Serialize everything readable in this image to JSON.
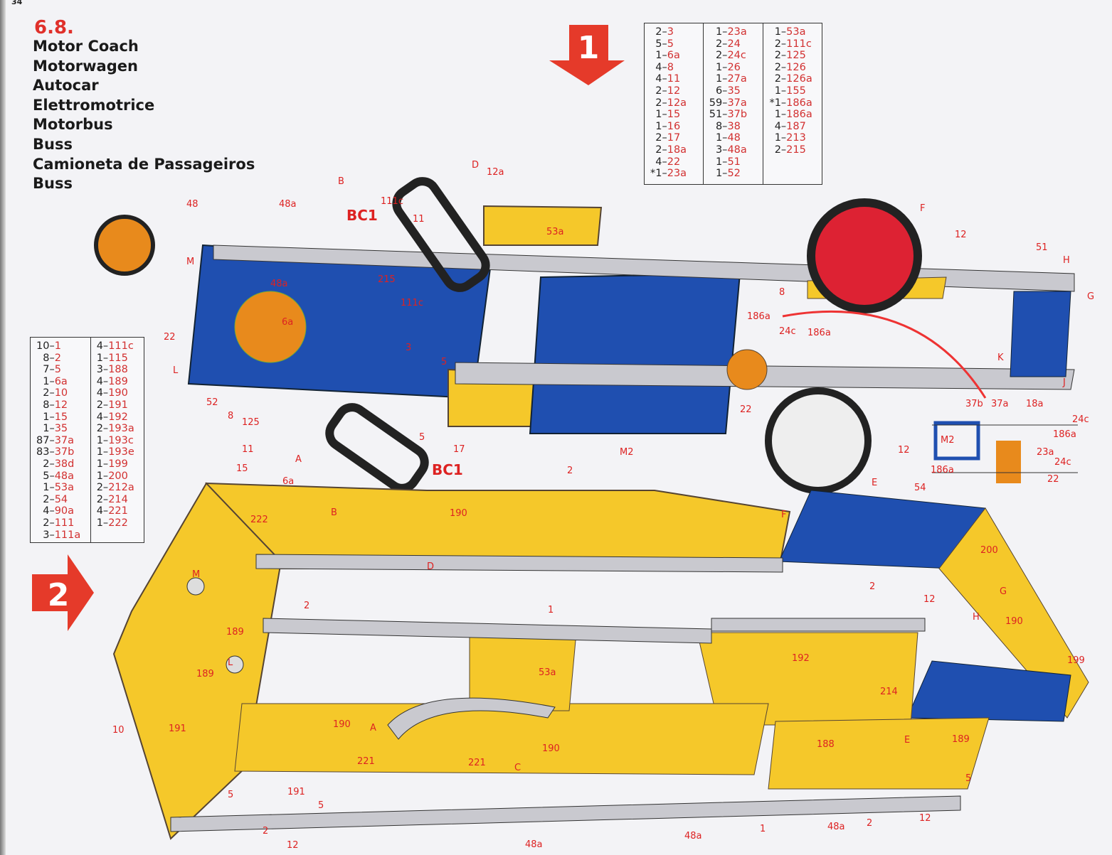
{
  "page_number": "34",
  "model_number": "6.8.",
  "titles": [
    "Motor Coach",
    "Motorwagen",
    "Autocar",
    "Elettromotrice",
    "Motorbus",
    "Buss",
    "Camioneta de Passageiros",
    "Buss"
  ],
  "step1_marker": "1",
  "step2_marker": "2",
  "parts_table_1": [
    [
      [
        "2–",
        "3"
      ],
      [
        "5–",
        "5"
      ],
      [
        "1–",
        "6a"
      ],
      [
        "4–",
        "8"
      ],
      [
        "4–",
        "11"
      ],
      [
        "2–",
        "12"
      ],
      [
        "2–",
        "12a"
      ],
      [
        "1–",
        "15"
      ],
      [
        "1–",
        "16"
      ],
      [
        "2–",
        "17"
      ],
      [
        "2–",
        "18a"
      ],
      [
        "4–",
        "22"
      ],
      [
        "*1–",
        "23a"
      ]
    ],
    [
      [
        "1–",
        "23a"
      ],
      [
        "2–",
        "24"
      ],
      [
        "2–",
        "24c"
      ],
      [
        "1–",
        "26"
      ],
      [
        "1–",
        "27a"
      ],
      [
        "6–",
        "35"
      ],
      [
        "59–",
        "37a"
      ],
      [
        "51–",
        "37b"
      ],
      [
        "8–",
        "38"
      ],
      [
        "1–",
        "48"
      ],
      [
        "3–",
        "48a"
      ],
      [
        "1–",
        "51"
      ],
      [
        "1–",
        "52"
      ]
    ],
    [
      [
        "1–",
        "53a"
      ],
      [
        "2–",
        "111c"
      ],
      [
        "2–",
        "125"
      ],
      [
        "2–",
        "126"
      ],
      [
        "2–",
        "126a"
      ],
      [
        "1–",
        "155"
      ],
      [
        "*1–",
        "186a"
      ],
      [
        "1–",
        "186a"
      ],
      [
        "4–",
        "187"
      ],
      [
        "1–",
        "213"
      ],
      [
        "2–",
        "215"
      ]
    ]
  ],
  "parts_table_2": [
    [
      [
        "10–",
        "1"
      ],
      [
        "8–",
        "2"
      ],
      [
        "7–",
        "5"
      ],
      [
        "1–",
        "6a"
      ],
      [
        "2–",
        "10"
      ],
      [
        "8–",
        "12"
      ],
      [
        "1–",
        "15"
      ],
      [
        "1–",
        "35"
      ],
      [
        "87–",
        "37a"
      ],
      [
        "83–",
        "37b"
      ],
      [
        "2–",
        "38d"
      ],
      [
        "5–",
        "48a"
      ],
      [
        "1–",
        "53a"
      ],
      [
        "2–",
        "54"
      ],
      [
        "4–",
        "90a"
      ],
      [
        "2–",
        "111"
      ],
      [
        "3–",
        "111a"
      ]
    ],
    [
      [
        "4–",
        "111c"
      ],
      [
        "1–",
        "115"
      ],
      [
        "3–",
        "188"
      ],
      [
        "4–",
        "189"
      ],
      [
        "4–",
        "190"
      ],
      [
        "2–",
        "191"
      ],
      [
        "4–",
        "192"
      ],
      [
        "2–",
        "193a"
      ],
      [
        "1–",
        "193c"
      ],
      [
        "1–",
        "193e"
      ],
      [
        "1–",
        "199"
      ],
      [
        "1–",
        "200"
      ],
      [
        "2–",
        "212a"
      ],
      [
        "2–",
        "214"
      ],
      [
        "4–",
        "221"
      ],
      [
        "1–",
        "222"
      ]
    ]
  ],
  "labels": [
    "48",
    "48a",
    "B",
    "BC1",
    "111c",
    "11",
    "D",
    "12a",
    "53a",
    "F",
    "12",
    "51",
    "H",
    "G",
    "M",
    "215",
    "48a",
    "6a",
    "22",
    "111c",
    "3",
    "5",
    "8",
    "186a",
    "24c",
    "186a",
    "K",
    "J",
    "L",
    "52",
    "8",
    "125",
    "11",
    "A",
    "17",
    "BC1",
    "5",
    "22",
    "M2",
    "12",
    "E",
    "37b",
    "37a",
    "18a",
    "24c",
    "186a",
    "M2",
    "23a",
    "24c",
    "186a",
    "22",
    "15",
    "6a",
    "B",
    "2",
    "190",
    "222",
    "F",
    "54",
    "D",
    "1",
    "200",
    "2",
    "12",
    "G",
    "H",
    "190",
    "M",
    "189",
    "2",
    "189",
    "L",
    "192",
    "199",
    "53a",
    "214",
    "10",
    "191",
    "190",
    "A",
    "190",
    "188",
    "E",
    "189",
    "221",
    "221",
    "C",
    "191",
    "5",
    "5",
    "2",
    "12",
    "48a",
    "48a",
    "1",
    "48a",
    "2",
    "12",
    "5"
  ],
  "colors": {
    "red": "#e0302a",
    "blue": "#1f4fb0",
    "yellow": "#f5c82a",
    "steel": "#c9c9cf"
  }
}
